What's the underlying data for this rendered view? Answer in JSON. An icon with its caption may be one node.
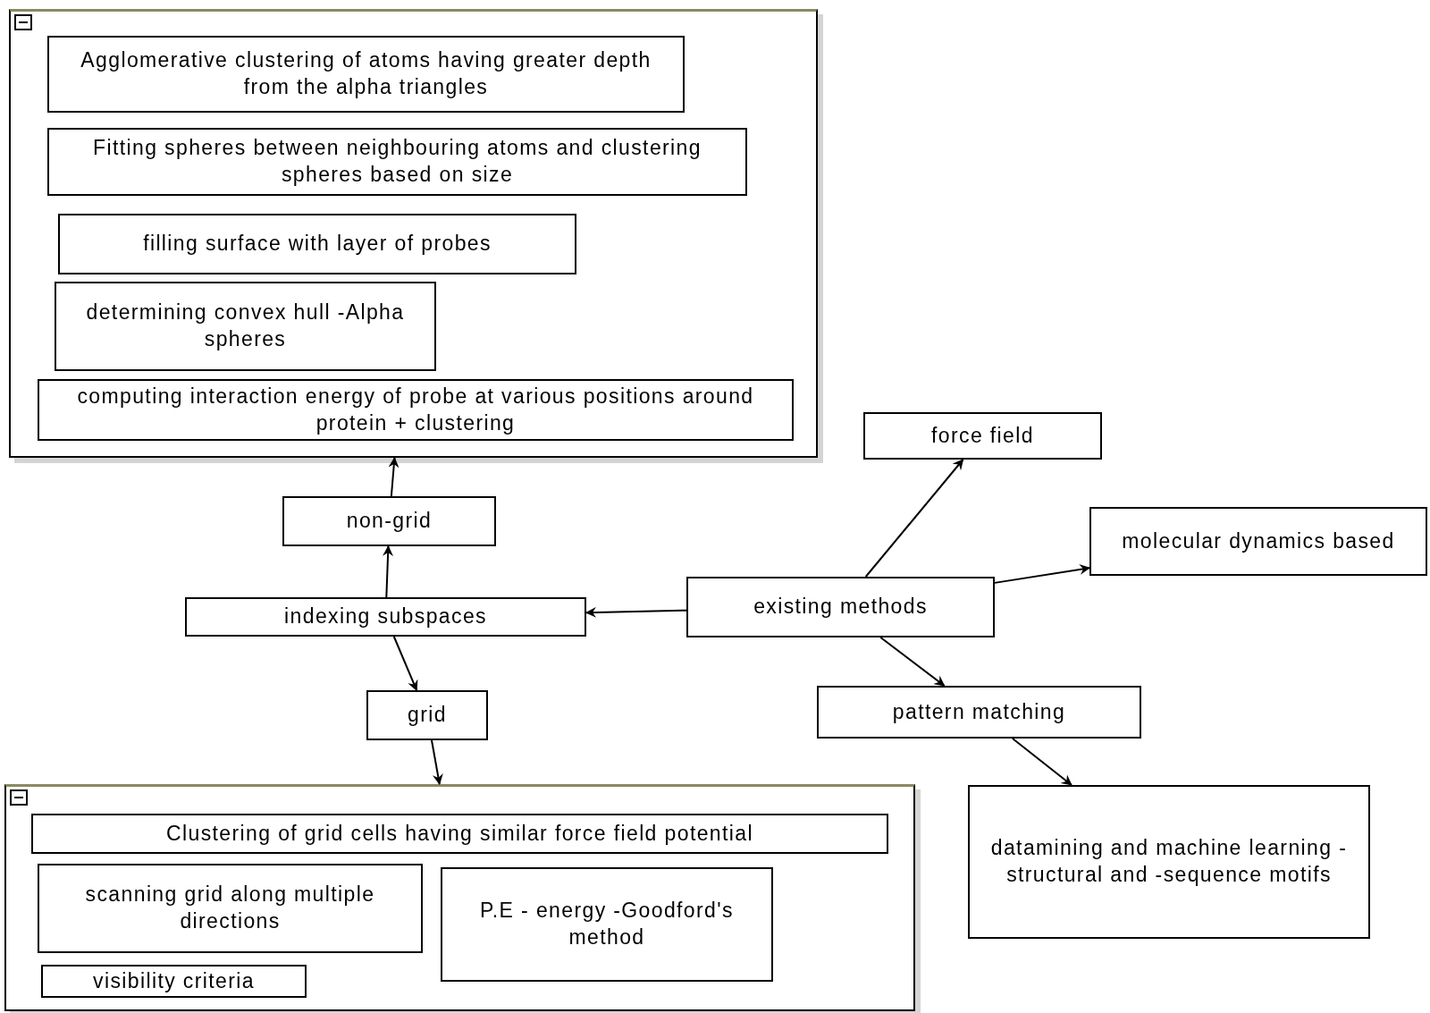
{
  "diagram": {
    "nodes": [
      {
        "text": [],
        "shape": "box"
      },
      {
        "text": [
          "Agglomerative clustering of atoms having greater depth from the alpha triangles"
        ],
        "in": 0
      },
      {
        "text": [
          "Fitting spheres between neighbouring atoms and clustering spheres based on size"
        ],
        "in": 0
      },
      {
        "text": [
          "filling surface with layer of probes"
        ],
        "in": 0
      },
      {
        "text": [
          "determining convex hull -Alpha spheres"
        ],
        "in": 0
      },
      {
        "text": [
          "computing interaction energy of probe at various positions around protein + clustering"
        ],
        "in": 0
      },
      {
        "text": [
          "non-grid"
        ]
      },
      {
        "text": [
          "indexing subspaces"
        ]
      },
      {
        "text": [
          "existing methods"
        ]
      },
      {
        "text": [
          "force field"
        ]
      },
      {
        "text": [
          "molecular dynamics based"
        ]
      },
      {
        "text": [
          "grid"
        ]
      },
      {
        "text": [
          "pattern matching"
        ]
      },
      {
        "text": [
          "datamining and machine learning -structural and -sequence motifs"
        ]
      },
      {
        "text": [],
        "shape": "box"
      },
      {
        "text": [
          "Clustering of grid cells having similar force field potential"
        ],
        "in": 14
      },
      {
        "text": [
          "scanning grid along multiple directions"
        ],
        "in": 14
      },
      {
        "text": [
          "P.E - energy -Goodford's method"
        ],
        "in": 14
      },
      {
        "text": [
          "visibility criteria"
        ],
        "in": 14
      }
    ],
    "edges": [
      {
        "from": 7,
        "to": 6,
        "arrow": "to"
      },
      {
        "from": 6,
        "to": 0,
        "arrow": "to"
      },
      {
        "from": 8,
        "to": 7,
        "arrow": "to"
      },
      {
        "from": 7,
        "to": 11,
        "arrow": "to"
      },
      {
        "from": 11,
        "to": 14,
        "arrow": "to"
      },
      {
        "from": 8,
        "to": 9,
        "arrow": "to"
      },
      {
        "from": 8,
        "to": 10,
        "arrow": "to"
      },
      {
        "from": 8,
        "to": 12,
        "arrow": "to"
      },
      {
        "from": 12,
        "to": 13,
        "arrow": "to"
      }
    ]
  }
}
